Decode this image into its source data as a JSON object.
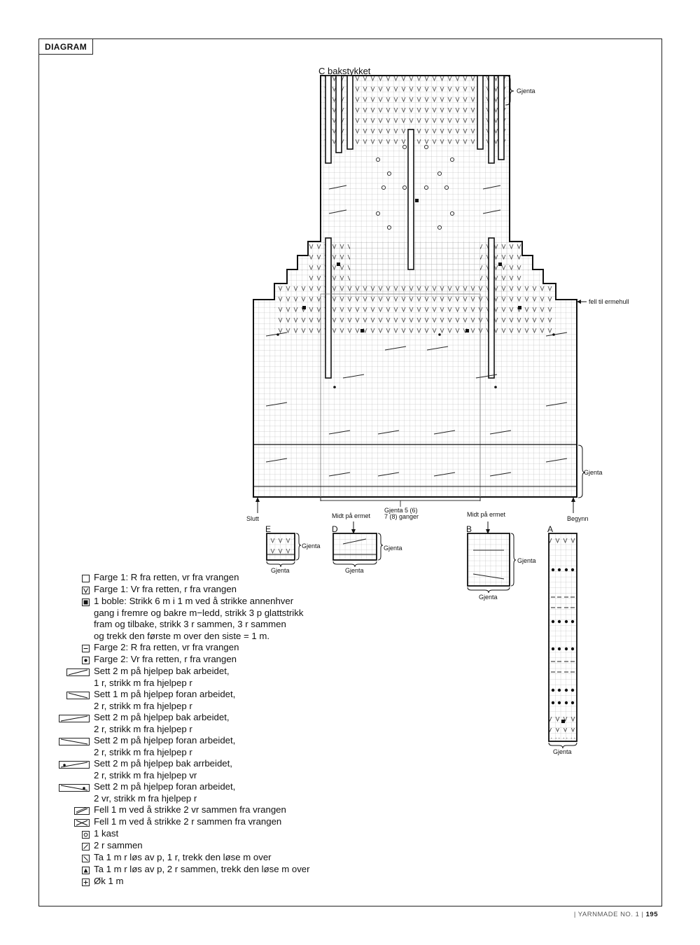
{
  "section_tag": "DIAGRAM",
  "chart_titles": {
    "c": "C bakstykket",
    "e": "E",
    "d": "D",
    "b": "B",
    "a": "A"
  },
  "annotations": {
    "repeat": "Gjenta",
    "armhole": "fell til ermehull",
    "end": "Slutt",
    "begin": "Begynn",
    "mid_sleeve": "Midt på ermet",
    "repeat_count_line1": "Gjenta 5 (6)",
    "repeat_count_line2": "7 (8) ganger"
  },
  "legend": [
    {
      "icon": "empty-square-icon",
      "text": "Farge 1: R fra retten, vr fra vrangen"
    },
    {
      "icon": "v-stitch-icon",
      "text": "Farge 1: Vr fra retten, r fra vrangen"
    },
    {
      "icon": "bobble-icon",
      "text": "1 boble: Strikk 6 m i 1 m ved å strikke annenhver\ngang i fremre og bakre m−ledd, strikk 3 p glattstrikk\nfram og tilbake, strikk 3 r sammen, 3 r sammen\nog trekk den første m over den siste = 1 m."
    },
    {
      "icon": "dash-stitch-icon",
      "text": "Farge 2: R fra retten, vr fra vrangen"
    },
    {
      "icon": "dot-stitch-icon",
      "text": "Farge 2: Vr fra retten, r fra vrangen"
    },
    {
      "icon": "cable-2-1-back-icon",
      "text": "Sett 2 m på hjelpep bak arbeidet,\n1 r, strikk m fra hjelpep r"
    },
    {
      "icon": "cable-1-2-front-icon",
      "text": "Sett 1 m på hjelpep foran arbeidet,\n2 r, strikk m fra hjelpep r"
    },
    {
      "icon": "cable-2-2-back-icon",
      "text": "Sett 2 m på hjelpep bak arbeidet,\n2 r, strikk m fra hjelpep r"
    },
    {
      "icon": "cable-2-2-front-icon",
      "text": "Sett 2 m på hjelpep foran arbeidet,\n2 r, strikk m fra hjelpep r"
    },
    {
      "icon": "cable-2-2-back-purl-icon",
      "text": "Sett 2 m på hjelpep bak arrbeidet,\n2 r, strikk m fra hjelpep vr"
    },
    {
      "icon": "cable-2-2-front-purl-icon",
      "text": "Sett 2 m på hjelpep foran arbeidet,\n2 vr, strikk m fra hjelpep r"
    },
    {
      "icon": "purl-dec-icon",
      "text": "Fell 1 m ved å strikke 2 vr sammen fra vrangen"
    },
    {
      "icon": "knit-dec-icon",
      "text": "Fell 1 m ved å strikke 2 r sammen fra vrangen"
    },
    {
      "icon": "yarn-over-icon",
      "text": "1 kast"
    },
    {
      "icon": "k2tog-icon",
      "text": "2 r sammen"
    },
    {
      "icon": "skp-icon",
      "text": "Ta 1 m r løs av p, 1 r, trekk den løse m over"
    },
    {
      "icon": "sk2p-icon",
      "text": "Ta 1 m r løs av p, 2 r sammen, trekk den løse m over"
    },
    {
      "icon": "increase-icon",
      "text": "Øk 1 m"
    }
  ],
  "footer": {
    "magazine": "| YARNMADE NO. 1 |",
    "page": "195"
  }
}
